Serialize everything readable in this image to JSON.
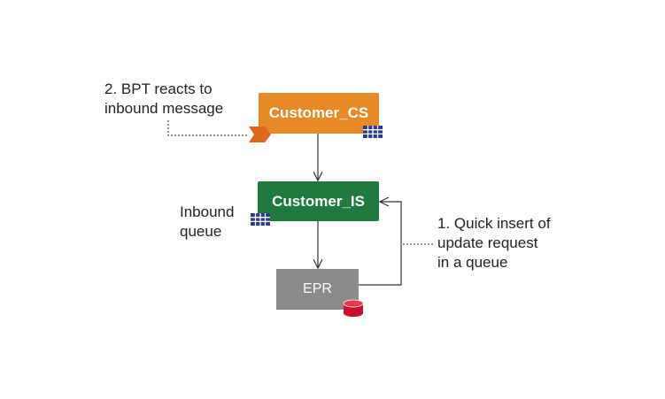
{
  "diagram": {
    "nodes": {
      "customer_cs": {
        "label": "Customer_CS",
        "color": "#e58a27"
      },
      "customer_is": {
        "label": "Customer_IS",
        "color": "#207a3f"
      },
      "epr": {
        "label": "EPR",
        "color": "#8a8a8a"
      }
    },
    "annotations": {
      "bpt_reacts": "2. BPT reacts to\ninbound message",
      "inbound_queue": "Inbound\nqueue",
      "quick_insert": "1. Quick insert of\nupdate request\nin a queue"
    },
    "colors": {
      "queue_icon": "#2e3a8c",
      "database_icon": "#c8102e",
      "trigger_marker": "#e0651e",
      "connector": "#333333",
      "dotted_leader": "#666666"
    },
    "icons": [
      "queue-icon",
      "database-icon",
      "trigger-marker-icon"
    ]
  }
}
